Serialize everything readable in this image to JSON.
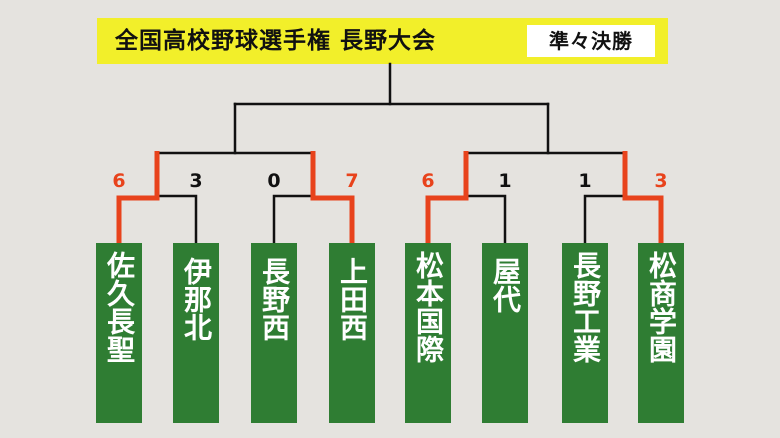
{
  "title": "全国高校野球選手権 長野大会",
  "round": "準々決勝",
  "colors": {
    "title_bg": "#f2ef2a",
    "team_bg": "#2f7d33",
    "winner": "#e8431c",
    "line": "#111111",
    "background": "#e5e3df"
  },
  "matches": [
    {
      "winner_side": "left",
      "left": {
        "name": "佐久長聖",
        "score": "6"
      },
      "right": {
        "name": "伊那北",
        "score": "3"
      }
    },
    {
      "winner_side": "right",
      "left": {
        "name": "長野西",
        "score": "0"
      },
      "right": {
        "name": "上田西",
        "score": "7"
      }
    },
    {
      "winner_side": "left",
      "left": {
        "name": "松本国際",
        "score": "6"
      },
      "right": {
        "name": "屋代",
        "score": "1"
      }
    },
    {
      "winner_side": "right",
      "left": {
        "name": "長野工業",
        "score": "1"
      },
      "right": {
        "name": "松商学園",
        "score": "3"
      }
    }
  ]
}
